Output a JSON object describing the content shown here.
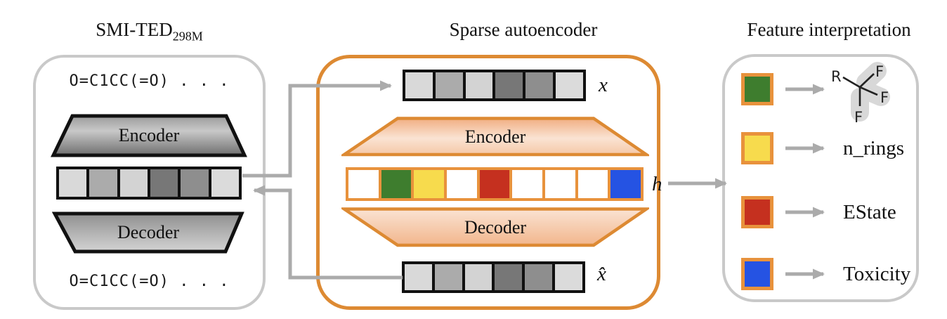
{
  "colors": {
    "panel_border_gray": "#c9c9c9",
    "panel_border_orange": "#dd8a33",
    "cell_border_orange": "#e8923c",
    "arrow_gray": "#ababab",
    "highlight_blob_gray": "#d8d8d8",
    "feature_green": "#3e7d2e",
    "feature_yellow": "#f7db4d",
    "feature_red": "#c5301f",
    "feature_blue": "#2553e3"
  },
  "panels": {
    "smited": {
      "title": "SMI-TED",
      "title_sub": "298M",
      "smiles_top": "O=C1CC(=O) . . .",
      "smiles_bottom": "O=C1CC(=O) . . .",
      "encoder_label": "Encoder",
      "decoder_label": "Decoder",
      "latent_cells": [
        "#d9d9d9",
        "#ababab",
        "#d3d3d3",
        "#777777",
        "#8e8e8e",
        "#dbdbdb"
      ]
    },
    "sae": {
      "title": "Sparse autoencoder",
      "encoder_label": "Encoder",
      "decoder_label": "Decoder",
      "x_label": "x",
      "h_label": "h",
      "xhat_label": "x̂",
      "x_cells": [
        "#d9d9d9",
        "#ababab",
        "#d3d3d3",
        "#777777",
        "#8e8e8e",
        "#dbdbdb"
      ],
      "h_cells": [
        "#ffffff",
        "#3e7d2e",
        "#f7db4d",
        "#ffffff",
        "#c5301f",
        "#ffffff",
        "#ffffff",
        "#ffffff",
        "#2553e3"
      ],
      "xhat_cells": [
        "#d9d9d9",
        "#ababab",
        "#d3d3d3",
        "#777777",
        "#8e8e8e",
        "#dbdbdb"
      ]
    },
    "features": {
      "title": "Feature interpretation",
      "structure": {
        "r_label": "R",
        "f_labels": [
          "F",
          "F",
          "F"
        ]
      },
      "rows": [
        {
          "swatch": "#3e7d2e",
          "label": ""
        },
        {
          "swatch": "#f7db4d",
          "label": "n_rings"
        },
        {
          "swatch": "#c5301f",
          "label": "EState"
        },
        {
          "swatch": "#2553e3",
          "label": "Toxicity"
        }
      ]
    }
  }
}
